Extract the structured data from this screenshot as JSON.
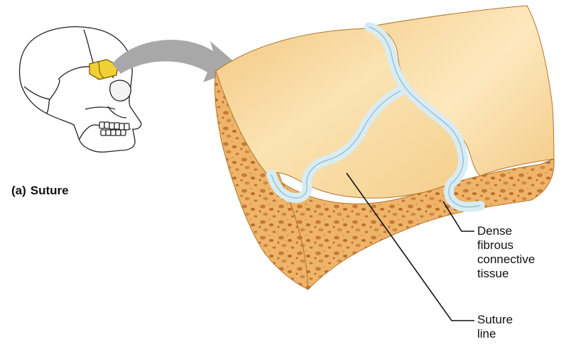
{
  "figure": {
    "panel_letter": "(a)",
    "panel_title": "Suture"
  },
  "labels": {
    "dense_fibrous": [
      "Dense",
      "fibrous",
      "connective",
      "tissue"
    ],
    "suture_line": [
      "Suture",
      "line"
    ]
  },
  "colors": {
    "bone_surface": "#f6d48f",
    "bone_light": "#fbe5b3",
    "cancellous": "#e8a95a",
    "connective_tissue": "#d8ecf4",
    "arrow": "#a8a8a8",
    "highlight": "#f2cf34"
  }
}
